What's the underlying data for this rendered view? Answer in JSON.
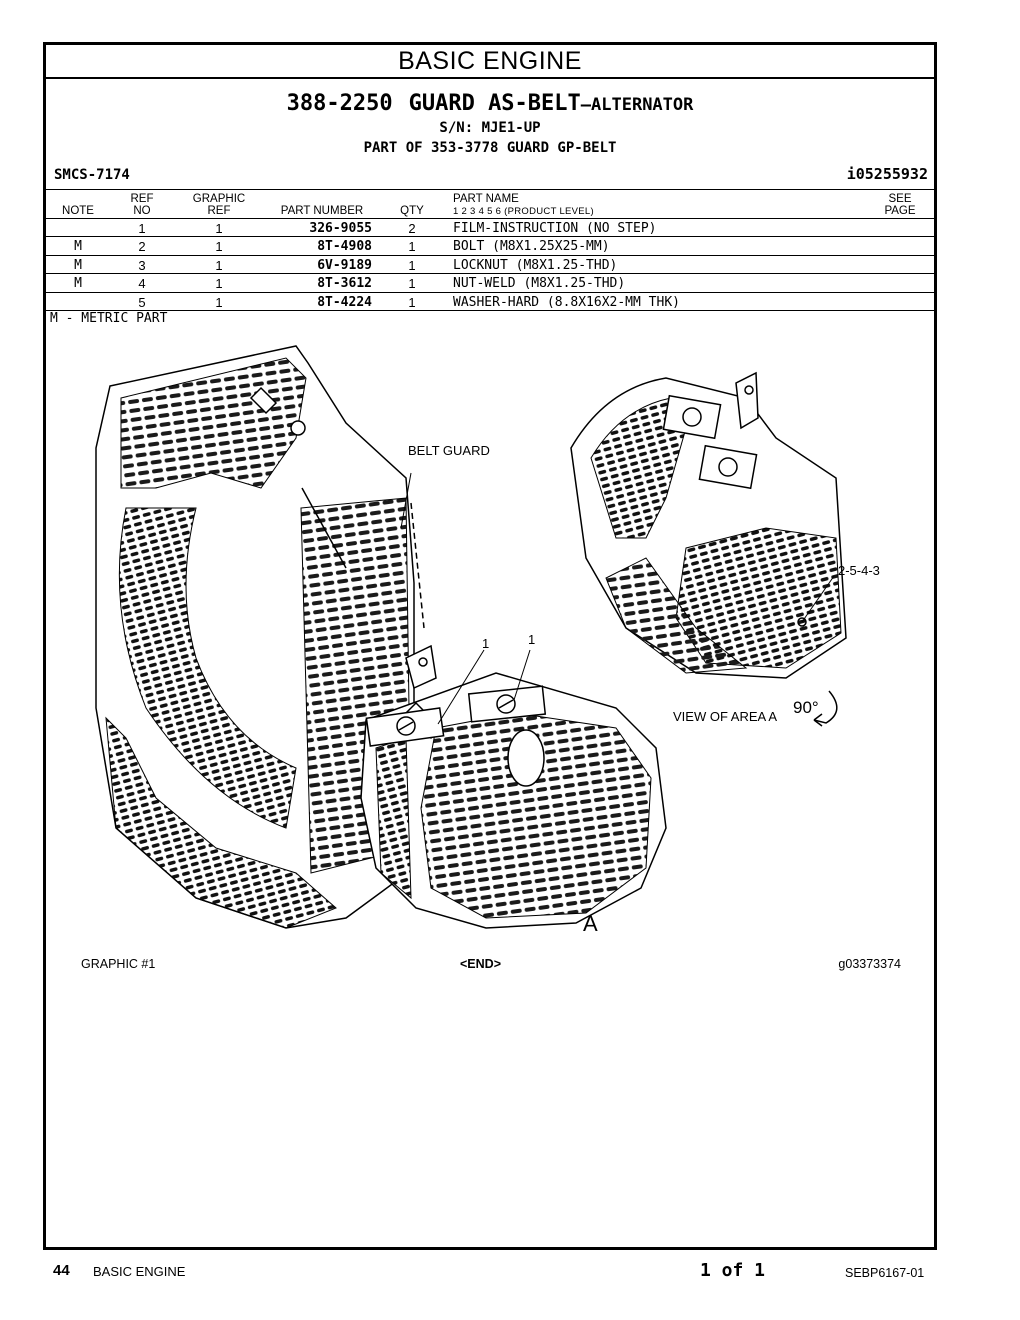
{
  "page_title": "BASIC ENGINE",
  "header": {
    "group_number": "388-2250",
    "group_name": "GUARD AS-BELT",
    "group_suffix": "–ALTERNATOR",
    "serial": "S/N: MJE1-UP",
    "part_of": "PART OF 353-3778 GUARD GP-BELT",
    "smcs": "SMCS-7174",
    "illustration_id": "i05255932"
  },
  "columns": {
    "note": "NOTE",
    "ref_top": "REF",
    "ref_bottom": "NO",
    "graphic_top": "GRAPHIC",
    "graphic_bottom": "REF",
    "part_number": "PART NUMBER",
    "qty": "QTY",
    "part_name": "PART NAME",
    "levels": "1   2   3   4   5   6   (PRODUCT LEVEL)",
    "see_top": "SEE",
    "see_bottom": "PAGE"
  },
  "parts": [
    {
      "note": "",
      "ref": "1",
      "graphic": "1",
      "part_number": "326-9055",
      "qty": "2",
      "name": "FILM-INSTRUCTION (NO STEP)"
    },
    {
      "note": "M",
      "ref": "2",
      "graphic": "1",
      "part_number": "8T-4908",
      "qty": "1",
      "name": "BOLT (M8X1.25X25-MM)"
    },
    {
      "note": "M",
      "ref": "3",
      "graphic": "1",
      "part_number": "6V-9189",
      "qty": "1",
      "name": "LOCKNUT (M8X1.25-THD)"
    },
    {
      "note": "M",
      "ref": "4",
      "graphic": "1",
      "part_number": "8T-3612",
      "qty": "1",
      "name": "NUT-WELD (M8X1.25-THD)"
    },
    {
      "note": "",
      "ref": "5",
      "graphic": "1",
      "part_number": "8T-4224",
      "qty": "1",
      "name": "WASHER-HARD (8.8X16X2-MM THK)"
    }
  ],
  "metric_note": "M - METRIC PART",
  "drawing": {
    "belt_guard_label": "BELT GUARD",
    "callout_a": "2-5-4-3",
    "callout_b": "1",
    "callout_c": "1",
    "view_label": "VIEW OF AREA A",
    "rotation_label": "90°",
    "area_label": "A",
    "graphic_label": "GRAPHIC #1",
    "end_label": "<END>",
    "graphic_id": "g03373374"
  },
  "footer": {
    "page_number": "44",
    "section": "BASIC ENGINE",
    "page_of": "1  of  1",
    "doc_id": "SEBP6167-01"
  }
}
